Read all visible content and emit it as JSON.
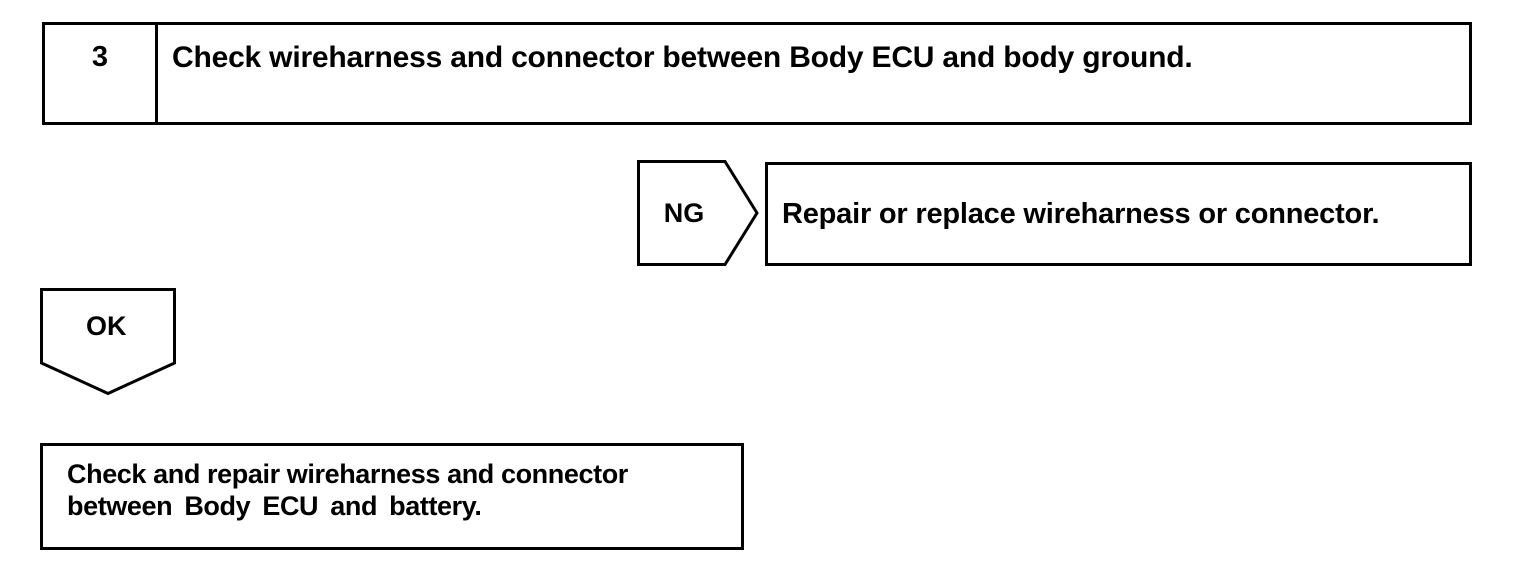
{
  "diagram": {
    "type": "troubleshooting-flowchart",
    "colors": {
      "line": "#000000",
      "background": "#ffffff",
      "text": "#000000"
    },
    "step": {
      "number": "3",
      "instruction": "Check wireharness and connector between Body ECU and body ground."
    },
    "branches": {
      "ng": {
        "label": "NG",
        "result": "Repair or replace wireharness or connector."
      },
      "ok": {
        "label": "OK",
        "result_line_1": "Check and repair wireharness and connector",
        "result_line_2": "between Body ECU and battery."
      }
    }
  }
}
